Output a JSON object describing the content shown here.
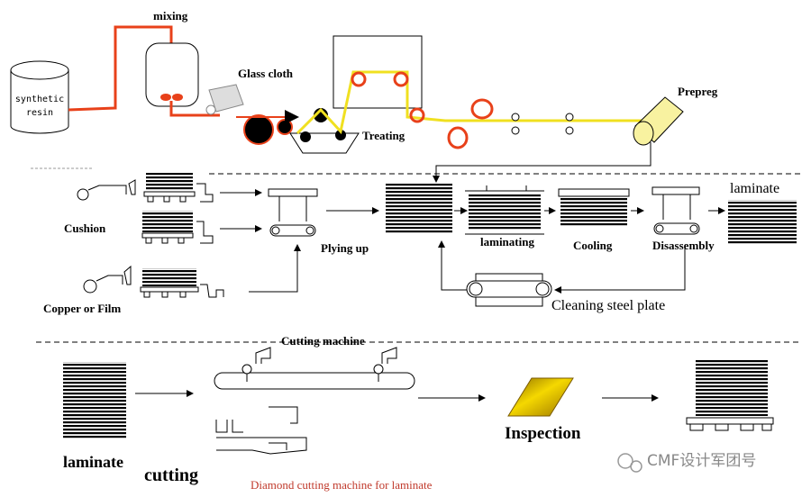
{
  "labels": {
    "mixing": "mixing",
    "synthetic_resin_1": "synthetic",
    "synthetic_resin_2": "resin",
    "glass_cloth": "Glass cloth",
    "treating": "Treating",
    "prepreg": "Prepreg",
    "cushion": "Cushion",
    "copper_or_film": "Copper or Film",
    "plying_up": "Plying up",
    "laminating": "laminating",
    "cooling": "Cooling",
    "disassembly": "Disassembly",
    "laminate_top": "laminate",
    "cleaning_steel_plate": "Cleaning steel plate",
    "cutting_machine": "Cutting machine",
    "laminate_bottom": "laminate",
    "cutting": "cutting",
    "diamond_cutting": "Diamond cutting machine for laminate",
    "inspection": "Inspection",
    "watermark": "CMF设计军团号"
  },
  "colors": {
    "resin_line": "#e8411a",
    "prepreg_line": "#f0e020",
    "inspection_gold": "#d4a800",
    "diamond_text": "#c0392b"
  }
}
